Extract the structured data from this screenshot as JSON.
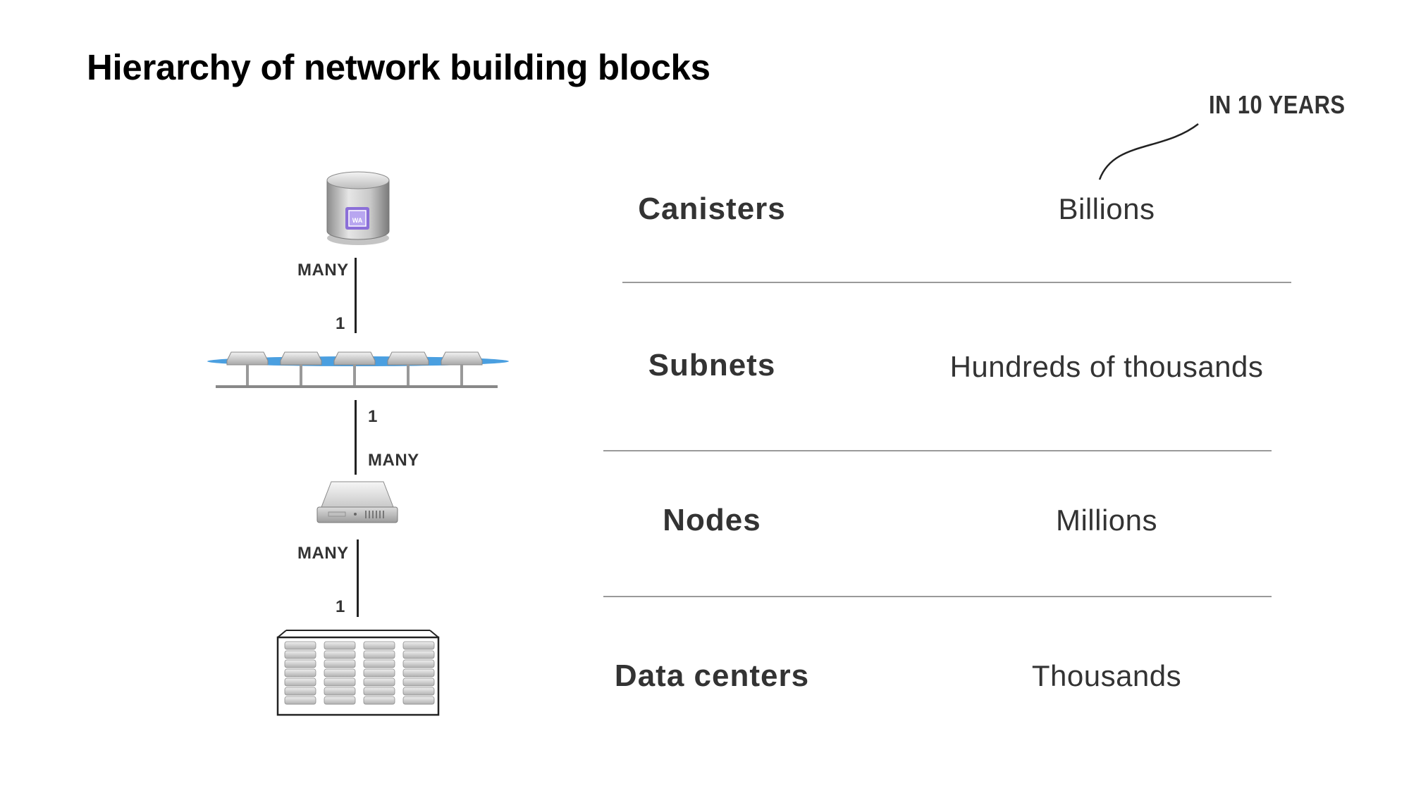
{
  "title": "Hierarchy of network building blocks",
  "horizon_label": "IN 10 YEARS",
  "levels": [
    {
      "name": "Canisters",
      "count": "Billions",
      "icon": "database-cylinder-icon",
      "icon_text": "WA"
    },
    {
      "name": "Subnets",
      "count": "Hundreds of thousands",
      "icon": "network-subnet-icon"
    },
    {
      "name": "Nodes",
      "count": "Millions",
      "icon": "server-node-icon"
    },
    {
      "name": "Data centers",
      "count": "Thousands",
      "icon": "data-center-rack-icon"
    }
  ],
  "links": [
    {
      "upper": "MANY",
      "lower": "1"
    },
    {
      "upper": "1",
      "lower": "MANY"
    },
    {
      "upper": "MANY",
      "lower": "1"
    }
  ],
  "colors": {
    "canister_badge": "#8b6fd8",
    "subnet_cloud": "#4a9fe0",
    "line": "#222222",
    "separator": "#9a9a9a"
  }
}
